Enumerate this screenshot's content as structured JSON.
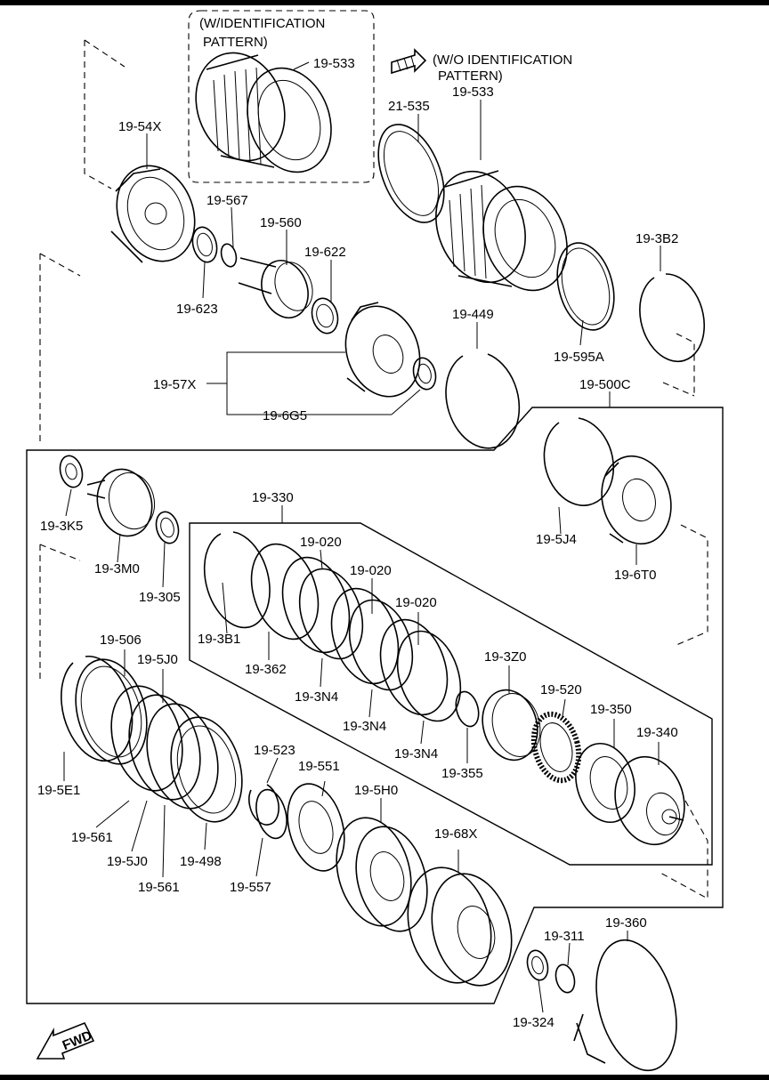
{
  "labels": {
    "w_ident_line1": "(W/IDENTIFICATION",
    "w_ident_line2": "PATTERN)",
    "wo_ident_line1": "(W/O IDENTIFICATION",
    "wo_ident_line2": "PATTERN)",
    "p19_533_a": "19-533",
    "p19_533_b": "19-533",
    "p21_535": "21-535",
    "p19_54x": "19-54X",
    "p19_567": "19-567",
    "p19_560": "19-560",
    "p19_622": "19-622",
    "p19_623": "19-623",
    "p19_3b2": "19-3B2",
    "p19_595a": "19-595A",
    "p19_449": "19-449",
    "p19_57x": "19-57X",
    "p19_6g5": "19-6G5",
    "p19_500c": "19-500C",
    "p19_5j4": "19-5J4",
    "p19_6t0": "19-6T0",
    "p19_3k5": "19-3K5",
    "p19_3m0": "19-3M0",
    "p19_305": "19-305",
    "p19_330": "19-330",
    "p19_020_a": "19-020",
    "p19_020_b": "19-020",
    "p19_020_c": "19-020",
    "p19_3b1": "19-3B1",
    "p19_362": "19-362",
    "p19_3n4_a": "19-3N4",
    "p19_3n4_b": "19-3N4",
    "p19_3n4_c": "19-3N4",
    "p19_3z0": "19-3Z0",
    "p19_520": "19-520",
    "p19_350": "19-350",
    "p19_340": "19-340",
    "p19_355": "19-355",
    "p19_506": "19-506",
    "p19_5j0_a": "19-5J0",
    "p19_5j0_b": "19-5J0",
    "p19_5e1": "19-5E1",
    "p19_561_a": "19-561",
    "p19_561_b": "19-561",
    "p19_498": "19-498",
    "p19_523": "19-523",
    "p19_551": "19-551",
    "p19_557": "19-557",
    "p19_5h0": "19-5H0",
    "p19_68x": "19-68X",
    "p19_311": "19-311",
    "p19_360": "19-360",
    "p19_324": "19-324",
    "fwd": "FWD"
  }
}
